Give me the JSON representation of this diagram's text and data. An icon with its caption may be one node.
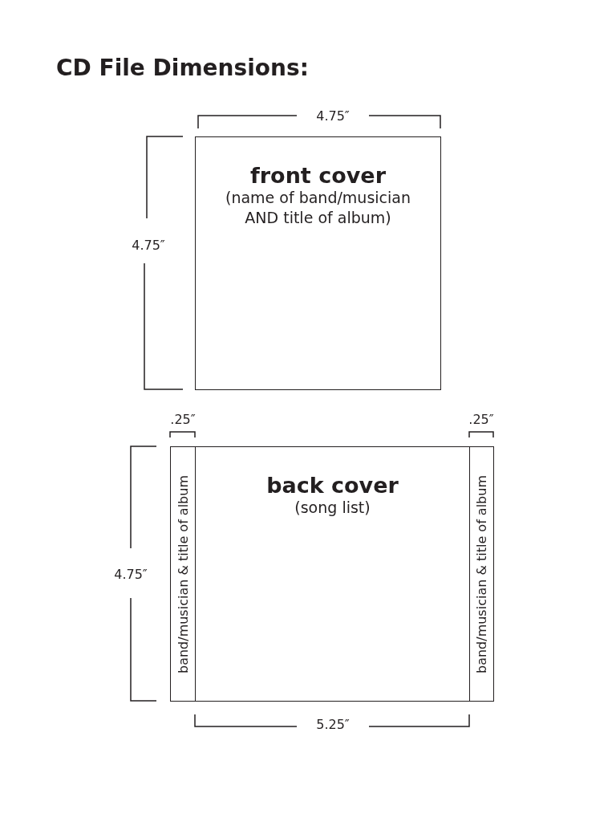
{
  "diagram": {
    "title": "CD File Dimensions:",
    "nodes": [
      {
        "text": [
          "front cover",
          "(name of band/musician AND title of album)"
        ]
      },
      {
        "text": [
          "band/musician & title of album"
        ]
      },
      {
        "text": [
          "back cover",
          "(song list)"
        ]
      },
      {
        "text": [
          "band/musician & title of album"
        ]
      }
    ],
    "edges": [],
    "labels": [
      "4.75″",
      "4.75″",
      ".25″",
      ".25″",
      "4.75″",
      "5.25″"
    ]
  }
}
